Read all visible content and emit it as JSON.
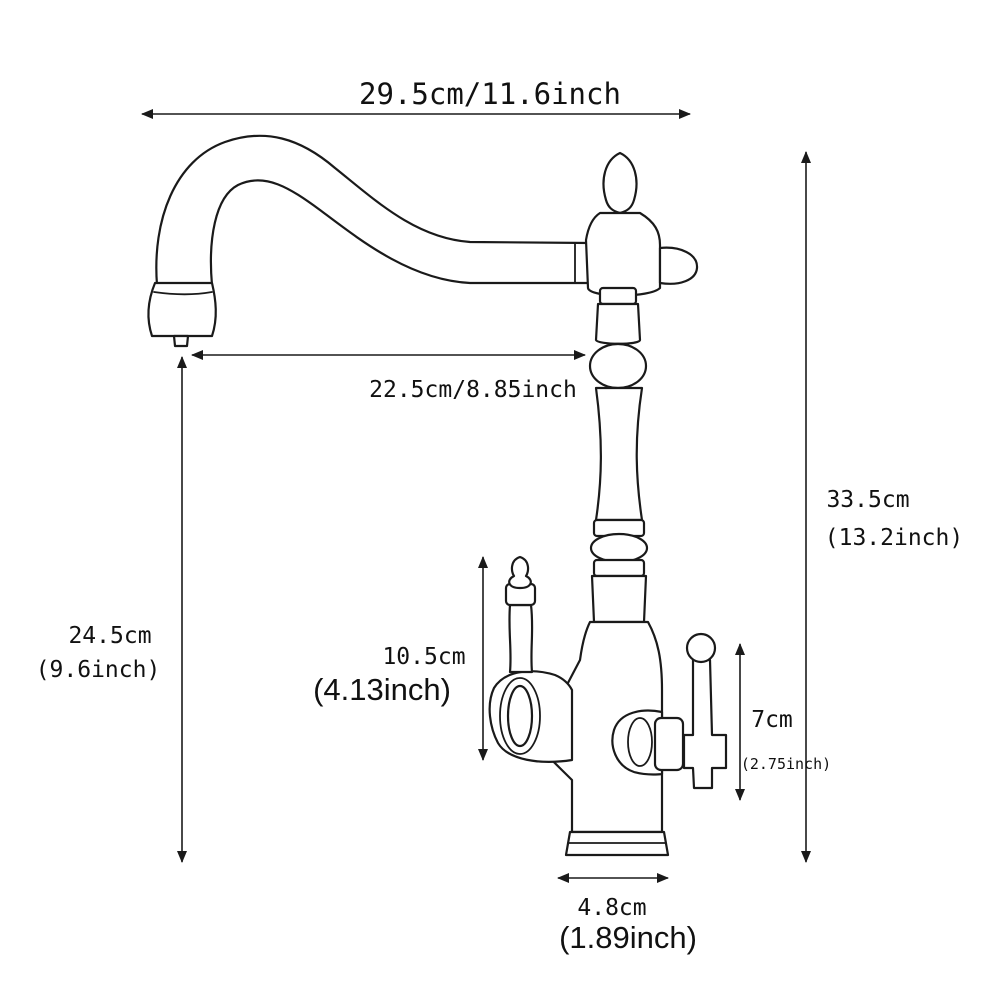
{
  "diagram": {
    "subject": "faucet-dimension-drawing",
    "line_color": "#1a1a1a",
    "dimensions": {
      "spout_total_width": "29.5cm/11.6inch",
      "spout_reach": "22.5cm/8.85inch",
      "total_height_cm": "33.5cm",
      "total_height_in": "(13.2inch)",
      "spout_height_cm": "24.5cm",
      "spout_height_in": "(9.6inch)",
      "left_handle_height_cm": "10.5cm",
      "left_handle_height_in": "(4.13inch)",
      "right_handle_height_cm": "7cm",
      "right_handle_height_in": "(2.75inch)",
      "base_diameter_cm": "4.8cm",
      "base_diameter_in": "(1.89inch)"
    }
  }
}
